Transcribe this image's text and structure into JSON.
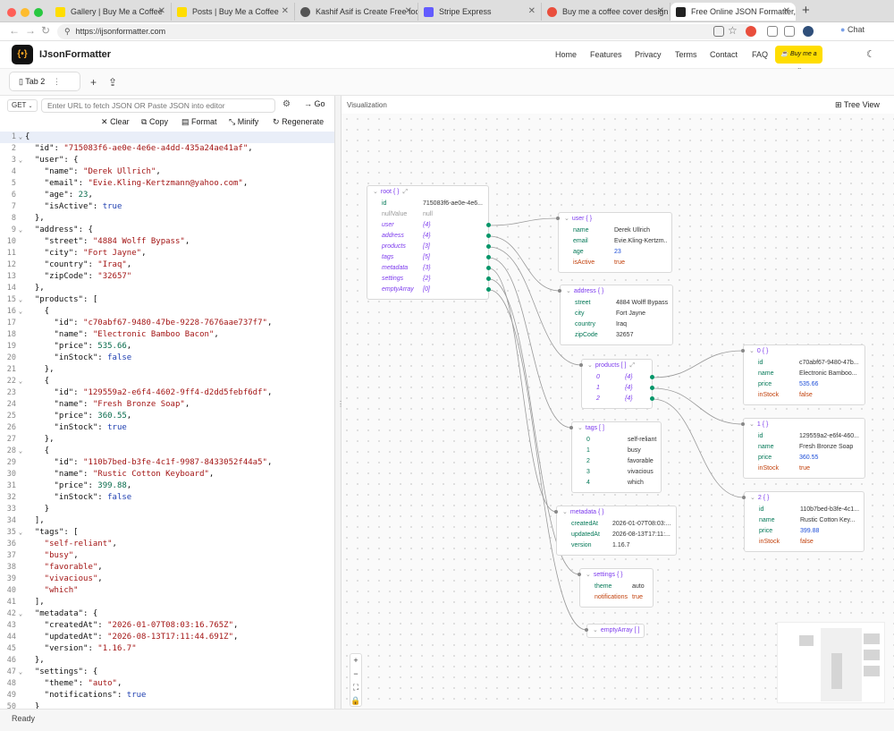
{
  "browser": {
    "tabs": [
      {
        "title": "Gallery | Buy Me a Coffee",
        "color": "#ffdd00"
      },
      {
        "title": "Posts | Buy Me a Coffee",
        "color": "#ffdd00"
      },
      {
        "title": "Kashif Asif is Create Free tools f",
        "color": "#555555"
      },
      {
        "title": "Stripe Express",
        "color": "#635bff"
      },
      {
        "title": "Buy me a coffee cover design -",
        "color": "#e94e3c"
      },
      {
        "title": "Free Online JSON Formatter, Va",
        "color": "#222222"
      }
    ],
    "url": "https://ijsonformatter.com",
    "chat_label": "Chat"
  },
  "app": {
    "brand": "IJsonFormatter",
    "nav": [
      "Home",
      "Features",
      "Privacy",
      "Terms",
      "Contact",
      "FAQ"
    ],
    "bmc_label": "Buy me a coffee"
  },
  "editor_tab": {
    "label": "Tab 2"
  },
  "fetch": {
    "method": "GET",
    "placeholder": "Enter URL to fetch JSON OR Paste JSON into editor",
    "go_label": "Go"
  },
  "toolbar": {
    "clear": "Clear",
    "copy": "Copy",
    "format": "Format",
    "minify": "Minify",
    "regenerate": "Regenerate"
  },
  "code_lines": [
    [
      {
        "t": "k",
        "v": "{"
      }
    ],
    [
      {
        "t": "k",
        "v": "  \"id\": "
      },
      {
        "t": "s",
        "v": "\"715083f6-ae0e-4e6e-a4dd-435a24ae41af\""
      },
      {
        "t": "k",
        "v": ","
      }
    ],
    [
      {
        "t": "k",
        "v": "  \"user\": {"
      }
    ],
    [
      {
        "t": "k",
        "v": "    \"name\": "
      },
      {
        "t": "s",
        "v": "\"Derek Ullrich\""
      },
      {
        "t": "k",
        "v": ","
      }
    ],
    [
      {
        "t": "k",
        "v": "    \"email\": "
      },
      {
        "t": "s",
        "v": "\"Evie.Kling-Kertzmann@yahoo.com\""
      },
      {
        "t": "k",
        "v": ","
      }
    ],
    [
      {
        "t": "k",
        "v": "    \"age\": "
      },
      {
        "t": "n",
        "v": "23"
      },
      {
        "t": "k",
        "v": ","
      }
    ],
    [
      {
        "t": "k",
        "v": "    \"isActive\": "
      },
      {
        "t": "b",
        "v": "true"
      }
    ],
    [
      {
        "t": "k",
        "v": "  },"
      }
    ],
    [
      {
        "t": "k",
        "v": "  \"address\": {"
      }
    ],
    [
      {
        "t": "k",
        "v": "    \"street\": "
      },
      {
        "t": "s",
        "v": "\"4884 Wolff Bypass\""
      },
      {
        "t": "k",
        "v": ","
      }
    ],
    [
      {
        "t": "k",
        "v": "    \"city\": "
      },
      {
        "t": "s",
        "v": "\"Fort Jayne\""
      },
      {
        "t": "k",
        "v": ","
      }
    ],
    [
      {
        "t": "k",
        "v": "    \"country\": "
      },
      {
        "t": "s",
        "v": "\"Iraq\""
      },
      {
        "t": "k",
        "v": ","
      }
    ],
    [
      {
        "t": "k",
        "v": "    \"zipCode\": "
      },
      {
        "t": "s",
        "v": "\"32657\""
      }
    ],
    [
      {
        "t": "k",
        "v": "  },"
      }
    ],
    [
      {
        "t": "k",
        "v": "  \"products\": ["
      }
    ],
    [
      {
        "t": "k",
        "v": "    {"
      }
    ],
    [
      {
        "t": "k",
        "v": "      \"id\": "
      },
      {
        "t": "s",
        "v": "\"c70abf67-9480-47be-9228-7676aae737f7\""
      },
      {
        "t": "k",
        "v": ","
      }
    ],
    [
      {
        "t": "k",
        "v": "      \"name\": "
      },
      {
        "t": "s",
        "v": "\"Electronic Bamboo Bacon\""
      },
      {
        "t": "k",
        "v": ","
      }
    ],
    [
      {
        "t": "k",
        "v": "      \"price\": "
      },
      {
        "t": "n",
        "v": "535.66"
      },
      {
        "t": "k",
        "v": ","
      }
    ],
    [
      {
        "t": "k",
        "v": "      \"inStock\": "
      },
      {
        "t": "b",
        "v": "false"
      }
    ],
    [
      {
        "t": "k",
        "v": "    },"
      }
    ],
    [
      {
        "t": "k",
        "v": "    {"
      }
    ],
    [
      {
        "t": "k",
        "v": "      \"id\": "
      },
      {
        "t": "s",
        "v": "\"129559a2-e6f4-4602-9ff4-d2dd5febf6df\""
      },
      {
        "t": "k",
        "v": ","
      }
    ],
    [
      {
        "t": "k",
        "v": "      \"name\": "
      },
      {
        "t": "s",
        "v": "\"Fresh Bronze Soap\""
      },
      {
        "t": "k",
        "v": ","
      }
    ],
    [
      {
        "t": "k",
        "v": "      \"price\": "
      },
      {
        "t": "n",
        "v": "360.55"
      },
      {
        "t": "k",
        "v": ","
      }
    ],
    [
      {
        "t": "k",
        "v": "      \"inStock\": "
      },
      {
        "t": "b",
        "v": "true"
      }
    ],
    [
      {
        "t": "k",
        "v": "    },"
      }
    ],
    [
      {
        "t": "k",
        "v": "    {"
      }
    ],
    [
      {
        "t": "k",
        "v": "      \"id\": "
      },
      {
        "t": "s",
        "v": "\"110b7bed-b3fe-4c1f-9987-8433052f44a5\""
      },
      {
        "t": "k",
        "v": ","
      }
    ],
    [
      {
        "t": "k",
        "v": "      \"name\": "
      },
      {
        "t": "s",
        "v": "\"Rustic Cotton Keyboard\""
      },
      {
        "t": "k",
        "v": ","
      }
    ],
    [
      {
        "t": "k",
        "v": "      \"price\": "
      },
      {
        "t": "n",
        "v": "399.88"
      },
      {
        "t": "k",
        "v": ","
      }
    ],
    [
      {
        "t": "k",
        "v": "      \"inStock\": "
      },
      {
        "t": "b",
        "v": "false"
      }
    ],
    [
      {
        "t": "k",
        "v": "    }"
      }
    ],
    [
      {
        "t": "k",
        "v": "  ],"
      }
    ],
    [
      {
        "t": "k",
        "v": "  \"tags\": ["
      }
    ],
    [
      {
        "t": "s",
        "v": "    \"self-reliant\""
      },
      {
        "t": "k",
        "v": ","
      }
    ],
    [
      {
        "t": "s",
        "v": "    \"busy\""
      },
      {
        "t": "k",
        "v": ","
      }
    ],
    [
      {
        "t": "s",
        "v": "    \"favorable\""
      },
      {
        "t": "k",
        "v": ","
      }
    ],
    [
      {
        "t": "s",
        "v": "    \"vivacious\""
      },
      {
        "t": "k",
        "v": ","
      }
    ],
    [
      {
        "t": "s",
        "v": "    \"which\""
      }
    ],
    [
      {
        "t": "k",
        "v": "  ],"
      }
    ],
    [
      {
        "t": "k",
        "v": "  \"metadata\": {"
      }
    ],
    [
      {
        "t": "k",
        "v": "    \"createdAt\": "
      },
      {
        "t": "s",
        "v": "\"2026-01-07T08:03:16.765Z\""
      },
      {
        "t": "k",
        "v": ","
      }
    ],
    [
      {
        "t": "k",
        "v": "    \"updatedAt\": "
      },
      {
        "t": "s",
        "v": "\"2026-08-13T17:11:44.691Z\""
      },
      {
        "t": "k",
        "v": ","
      }
    ],
    [
      {
        "t": "k",
        "v": "    \"version\": "
      },
      {
        "t": "s",
        "v": "\"1.16.7\""
      }
    ],
    [
      {
        "t": "k",
        "v": "  },"
      }
    ],
    [
      {
        "t": "k",
        "v": "  \"settings\": {"
      }
    ],
    [
      {
        "t": "k",
        "v": "    \"theme\": "
      },
      {
        "t": "s",
        "v": "\"auto\""
      },
      {
        "t": "k",
        "v": ","
      }
    ],
    [
      {
        "t": "k",
        "v": "    \"notifications\": "
      },
      {
        "t": "b",
        "v": "true"
      }
    ],
    [
      {
        "t": "k",
        "v": "  }"
      }
    ]
  ],
  "viz": {
    "title": "Visualization",
    "tree_view_label": "Tree View"
  },
  "nodes": {
    "root": {
      "title": "root { }",
      "rows": [
        {
          "k": "id",
          "v": "715083f6-ae0e-4e6...",
          "kc": "kg",
          "vc": "vs"
        },
        {
          "k": "nullValue",
          "v": "null",
          "kc": "vnull",
          "vc": "vnull"
        },
        {
          "k": "user",
          "v": "{4}",
          "kc": "kp",
          "vc": "vc"
        },
        {
          "k": "address",
          "v": "{4}",
          "kc": "kp",
          "vc": "vc"
        },
        {
          "k": "products",
          "v": "[3]",
          "kc": "kp",
          "vc": "vc"
        },
        {
          "k": "tags",
          "v": "[5]",
          "kc": "kp",
          "vc": "vc"
        },
        {
          "k": "metadata",
          "v": "{3}",
          "kc": "kp",
          "vc": "vc"
        },
        {
          "k": "settings",
          "v": "{2}",
          "kc": "kp",
          "vc": "vc"
        },
        {
          "k": "emptyArray",
          "v": "[0]",
          "kc": "kp",
          "vc": "vc"
        }
      ]
    },
    "user": {
      "title": "user { }",
      "rows": [
        {
          "k": "name",
          "v": "Derek Ullrich",
          "kc": "kg",
          "vc": "vs"
        },
        {
          "k": "email",
          "v": "Evie.Kling-Kertzm...",
          "kc": "kg",
          "vc": "vs"
        },
        {
          "k": "age",
          "v": "23",
          "kc": "kg",
          "vc": "vn"
        },
        {
          "k": "isActive",
          "v": "true",
          "kc": "ko",
          "vc": "vb"
        }
      ]
    },
    "address": {
      "title": "address { }",
      "rows": [
        {
          "k": "street",
          "v": "4884 Wolff Bypass",
          "kc": "kg",
          "vc": "vs"
        },
        {
          "k": "city",
          "v": "Fort Jayne",
          "kc": "kg",
          "vc": "vs"
        },
        {
          "k": "country",
          "v": "Iraq",
          "kc": "kg",
          "vc": "vs"
        },
        {
          "k": "zipCode",
          "v": "32657",
          "kc": "kg",
          "vc": "vs"
        }
      ]
    },
    "products": {
      "title": "products [ ]",
      "rows": [
        {
          "k": "0",
          "v": "{4}",
          "kc": "kp",
          "vc": "vc"
        },
        {
          "k": "1",
          "v": "{4}",
          "kc": "kp",
          "vc": "vc"
        },
        {
          "k": "2",
          "v": "{4}",
          "kc": "kp",
          "vc": "vc"
        }
      ]
    },
    "tags": {
      "title": "tags [ ]",
      "rows": [
        {
          "k": "0",
          "v": "self-reliant",
          "kc": "kg",
          "vc": "vs"
        },
        {
          "k": "1",
          "v": "busy",
          "kc": "kg",
          "vc": "vs"
        },
        {
          "k": "2",
          "v": "favorable",
          "kc": "kg",
          "vc": "vs"
        },
        {
          "k": "3",
          "v": "vivacious",
          "kc": "kg",
          "vc": "vs"
        },
        {
          "k": "4",
          "v": "which",
          "kc": "kg",
          "vc": "vs"
        }
      ]
    },
    "metadata": {
      "title": "metadata { }",
      "rows": [
        {
          "k": "createdAt",
          "v": "2026-01-07T08:03:...",
          "kc": "kg",
          "vc": "vs"
        },
        {
          "k": "updatedAt",
          "v": "2026-08-13T17:11:...",
          "kc": "kg",
          "vc": "vs"
        },
        {
          "k": "version",
          "v": "1.16.7",
          "kc": "kg",
          "vc": "vs"
        }
      ]
    },
    "settings": {
      "title": "settings { }",
      "rows": [
        {
          "k": "theme",
          "v": "auto",
          "kc": "kg",
          "vc": "vs"
        },
        {
          "k": "notifications",
          "v": "true",
          "kc": "ko",
          "vc": "vb"
        }
      ]
    },
    "emptyArray": {
      "title": "emptyArray [ ]",
      "rows": []
    },
    "p0": {
      "title": "0 { }",
      "rows": [
        {
          "k": "id",
          "v": "c70abf67-9480-47b...",
          "kc": "kg",
          "vc": "vs"
        },
        {
          "k": "name",
          "v": "Electronic Bamboo...",
          "kc": "kg",
          "vc": "vs"
        },
        {
          "k": "price",
          "v": "535.66",
          "kc": "kg",
          "vc": "vn"
        },
        {
          "k": "inStock",
          "v": "false",
          "kc": "ko",
          "vc": "vb"
        }
      ]
    },
    "p1": {
      "title": "1 { }",
      "rows": [
        {
          "k": "id",
          "v": "129559a2-e6f4-460...",
          "kc": "kg",
          "vc": "vs"
        },
        {
          "k": "name",
          "v": "Fresh Bronze Soap",
          "kc": "kg",
          "vc": "vs"
        },
        {
          "k": "price",
          "v": "360.55",
          "kc": "kg",
          "vc": "vn"
        },
        {
          "k": "inStock",
          "v": "true",
          "kc": "ko",
          "vc": "vb"
        }
      ]
    },
    "p2": {
      "title": "2 { }",
      "rows": [
        {
          "k": "id",
          "v": "110b7bed-b3fe-4c1...",
          "kc": "kg",
          "vc": "vs"
        },
        {
          "k": "name",
          "v": "Rustic Cotton Key...",
          "kc": "kg",
          "vc": "vs"
        },
        {
          "k": "price",
          "v": "399.88",
          "kc": "kg",
          "vc": "vn"
        },
        {
          "k": "inStock",
          "v": "false",
          "kc": "ko",
          "vc": "vb"
        }
      ]
    }
  },
  "status": {
    "text": "Ready"
  }
}
